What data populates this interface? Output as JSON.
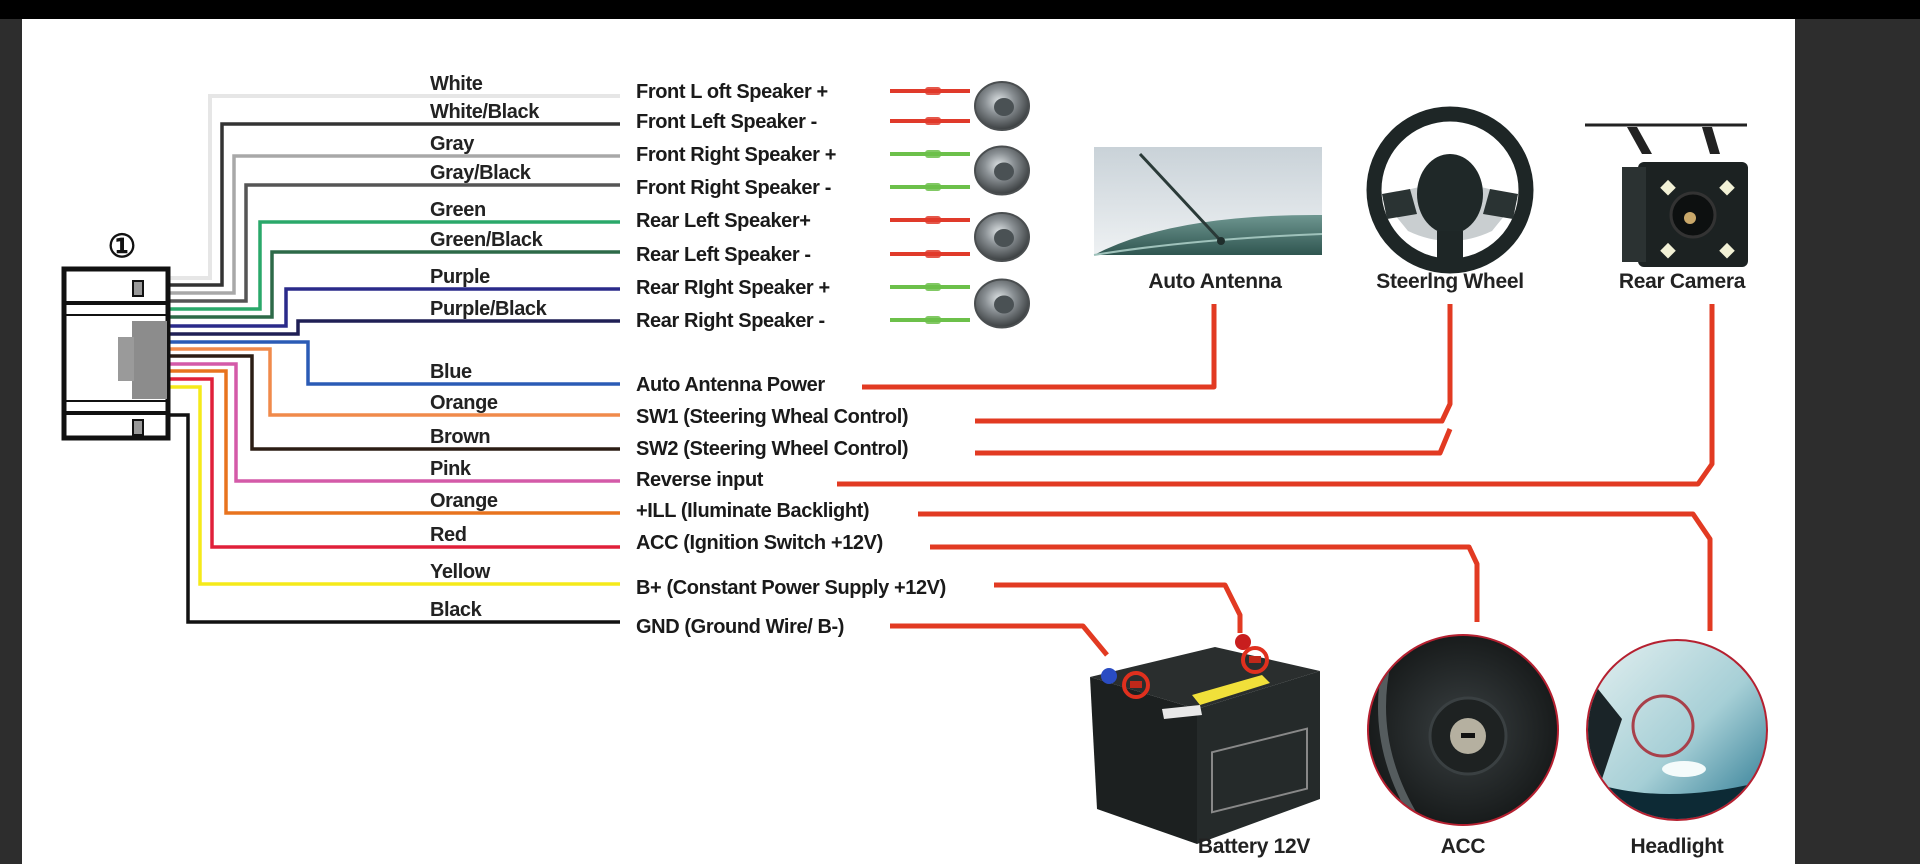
{
  "viewer": {
    "background": "#2d2d2d",
    "topbar_color": "#000000"
  },
  "diagram": {
    "title": "Car Stereo Wiring Harness Diagram",
    "connector_marker": "①",
    "wires": [
      {
        "color_name": "White",
        "hex": "#eeeeee",
        "function": "Front L oft Speaker +",
        "target": "speaker",
        "speaker_group": 0,
        "lead_color": "#e03a2a"
      },
      {
        "color_name": "White/Black",
        "hex": "#333333",
        "function": "Front Left Speaker -",
        "target": "speaker",
        "speaker_group": 0,
        "lead_color": "#e03a2a"
      },
      {
        "color_name": "Gray",
        "hex": "#a8a8a8",
        "function": "Front Right Speaker +",
        "target": "speaker",
        "speaker_group": 1,
        "lead_color": "#6cc04a"
      },
      {
        "color_name": "Gray/Black",
        "hex": "#555555",
        "function": "Front Right Speaker -",
        "target": "speaker",
        "speaker_group": 1,
        "lead_color": "#6cc04a"
      },
      {
        "color_name": "Green",
        "hex": "#2aa86a",
        "function": "Rear Left Speaker+",
        "target": "speaker",
        "speaker_group": 2,
        "lead_color": "#e03a2a"
      },
      {
        "color_name": "Green/Black",
        "hex": "#2d6a48",
        "function": "Rear Left Speaker -",
        "target": "speaker",
        "speaker_group": 2,
        "lead_color": "#e03a2a"
      },
      {
        "color_name": "Purple",
        "hex": "#2a2a8a",
        "function": "Rear RIght Speaker +",
        "target": "speaker",
        "speaker_group": 3,
        "lead_color": "#6cc04a"
      },
      {
        "color_name": "Purple/Black",
        "hex": "#1f1f55",
        "function": "Rear Right Speaker -",
        "target": "speaker",
        "speaker_group": 3,
        "lead_color": "#6cc04a"
      },
      {
        "color_name": "Blue",
        "hex": "#2b5bb5",
        "function": "Auto Antenna Power",
        "target": "Auto Antenna"
      },
      {
        "color_name": "Orange",
        "hex": "#f08a4b",
        "function": "SW1 (Steering Wheal Control)",
        "target": "Steering Wheel"
      },
      {
        "color_name": "Brown",
        "hex": "#2b1d14",
        "function": "SW2 (Steering Wheel Control)",
        "target": "Steering Wheel"
      },
      {
        "color_name": "Pink",
        "hex": "#d45aa8",
        "function": "Reverse input",
        "target": "Rear Camera"
      },
      {
        "color_name": "Orange",
        "hex": "#e8731e",
        "function": "+ILL (Iluminate Backlight)",
        "target": "Headlight"
      },
      {
        "color_name": "Red",
        "hex": "#e0203a",
        "function": "ACC (Ignition Switch +12V)",
        "target": "ACC"
      },
      {
        "color_name": "Yellow",
        "hex": "#f5ea1a",
        "function": "B+ (Constant Power Supply +12V)",
        "target": "Battery 12V"
      },
      {
        "color_name": "Black",
        "hex": "#111111",
        "function": "GND (Ground Wire/ B-)",
        "target": "Battery 12V"
      }
    ],
    "devices": [
      {
        "id": "antenna",
        "label": "Auto Antenna"
      },
      {
        "id": "steering",
        "label": "Steerlng Wheel"
      },
      {
        "id": "camera",
        "label": "Rear Camera"
      },
      {
        "id": "battery",
        "label": "Battery 12V"
      },
      {
        "id": "acc",
        "label": "ACC"
      },
      {
        "id": "headlight",
        "label": "Headlight"
      }
    ],
    "connection_line_color": "#e23a22"
  }
}
